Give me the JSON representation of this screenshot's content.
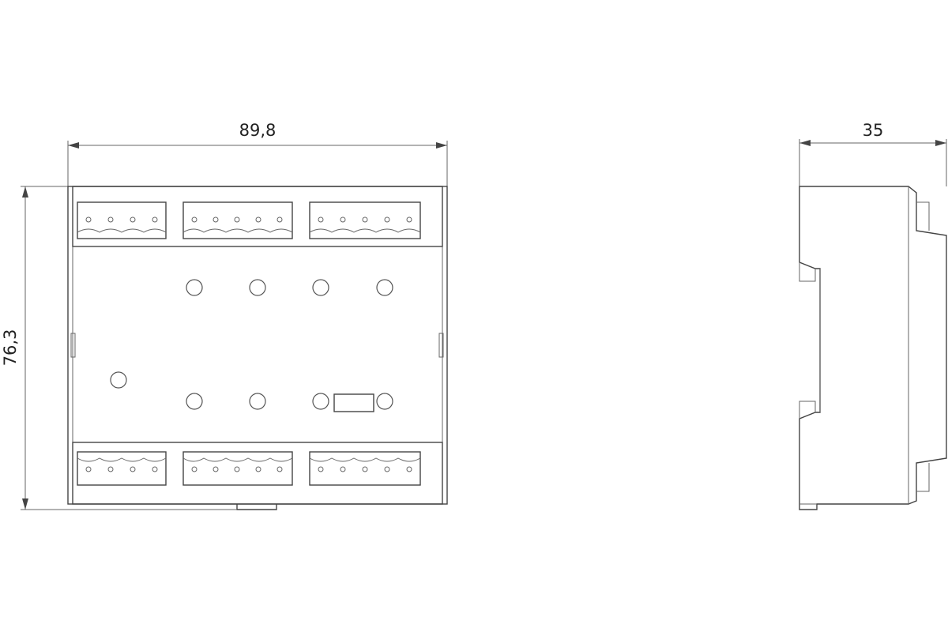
{
  "dimensions": {
    "width": "89,8",
    "height": "76,3",
    "depth": "35"
  },
  "colors": {
    "line": "#444444",
    "text": "#222222",
    "background": "#ffffff"
  }
}
